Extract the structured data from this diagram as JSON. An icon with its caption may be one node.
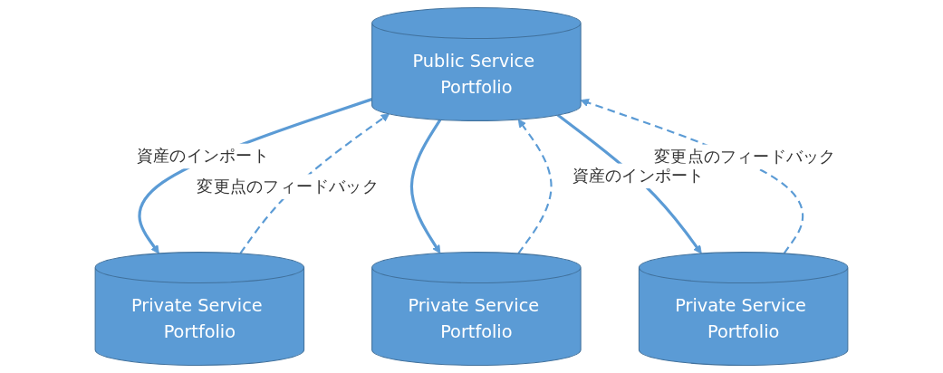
{
  "diagram": {
    "nodes": [
      {
        "text": [
          "Public Service Portfolio"
        ]
      },
      {
        "text": [
          "Private Service Portfolio"
        ]
      },
      {
        "text": [
          "Private Service Portfolio"
        ]
      },
      {
        "text": [
          "Private Service Portfolio"
        ]
      }
    ],
    "edges": [
      {
        "from": 1,
        "to": 0,
        "arrow": "to",
        "label": "変更点のフィードバック",
        "style": "dashed"
      },
      {
        "from": 0,
        "to": 1,
        "arrow": "to",
        "label": "資産のインポート"
      },
      {
        "from": 2,
        "to": 0,
        "arrow": "to",
        "style": "dashed"
      },
      {
        "from": 0,
        "to": 2,
        "arrow": "to"
      },
      {
        "from": 3,
        "to": 0,
        "arrow": "to",
        "label": "変更点のフィードバック",
        "style": "dashed"
      },
      {
        "from": 0,
        "to": 3,
        "arrow": "to",
        "label": "資産のインポート"
      }
    ]
  }
}
